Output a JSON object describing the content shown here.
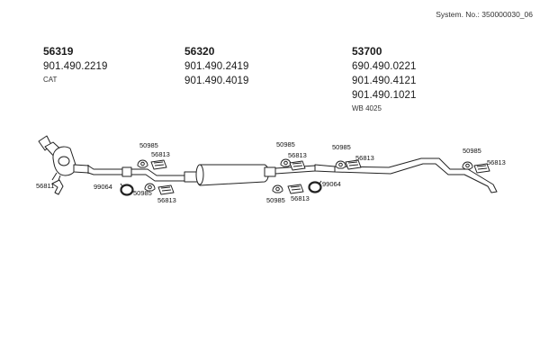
{
  "system_label": "System. No.:",
  "system_number": "350000030_06",
  "groups": [
    {
      "part": "56319",
      "numbers": [
        "901.490.2219"
      ],
      "note": "CAT"
    },
    {
      "part": "56320",
      "numbers": [
        "901.490.2419",
        "901.490.4019"
      ],
      "note": ""
    },
    {
      "part": "53700",
      "numbers": [
        "690.490.0221",
        "901.490.4121",
        "901.490.1021"
      ],
      "note": "WB 4025"
    }
  ],
  "callouts": {
    "c1": "56811",
    "c2": "99064",
    "c3": "50985",
    "c4": "56813",
    "c5": "50985",
    "c6": "56813",
    "c7": "50985",
    "c8": "56813",
    "c9": "50985",
    "c10": "56813",
    "c11": "99064",
    "c12": "50985",
    "c13": "56813",
    "c14": "50985",
    "c15": "56813"
  },
  "colors": {
    "line": "#222222",
    "fill": "#ffffff",
    "text": "#111111"
  }
}
